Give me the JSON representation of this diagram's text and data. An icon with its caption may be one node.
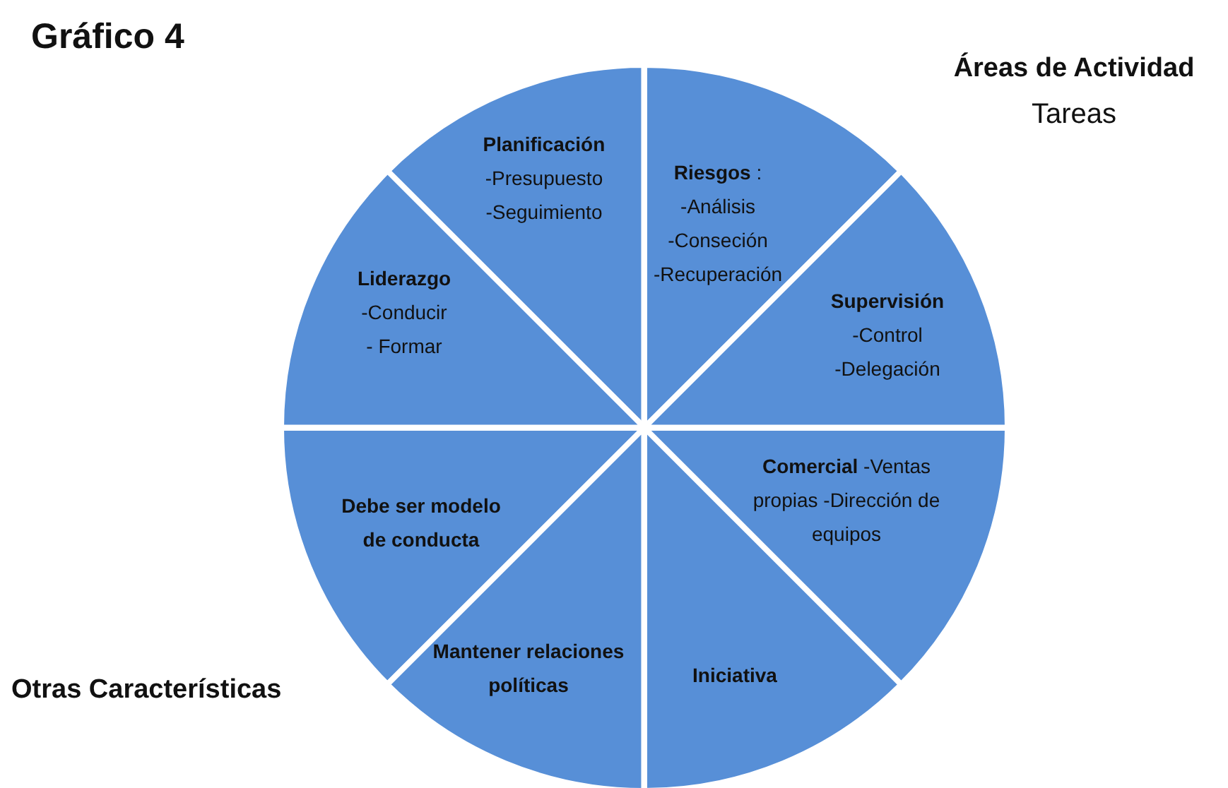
{
  "diagram": {
    "title": "Gráfico  4",
    "nodes": [
      {
        "text": [
          "Planificación",
          "-Presupuesto",
          "-Seguimiento"
        ]
      },
      {
        "text": [
          "**Riesgos** :",
          "-Análisis",
          "-Conseción",
          "-Recuperación"
        ]
      },
      {
        "text": [
          "Liderazgo",
          "-Conducir",
          "- Formar"
        ]
      },
      {
        "text": [
          "Supervisión",
          "-Control",
          "-Delegación"
        ]
      },
      {
        "text": [
          "Debe ser modelo de conducta"
        ]
      },
      {
        "text": [
          "**Comercial**  -Ventas propias  -Dirección de equipos"
        ]
      },
      {
        "text": [
          "Mantener relaciones políticas"
        ]
      },
      {
        "text": [
          "Iniciativa"
        ]
      }
    ],
    "labels": [
      "Áreas de Actividad",
      "Tareas",
      "Otras Características"
    ]
  }
}
